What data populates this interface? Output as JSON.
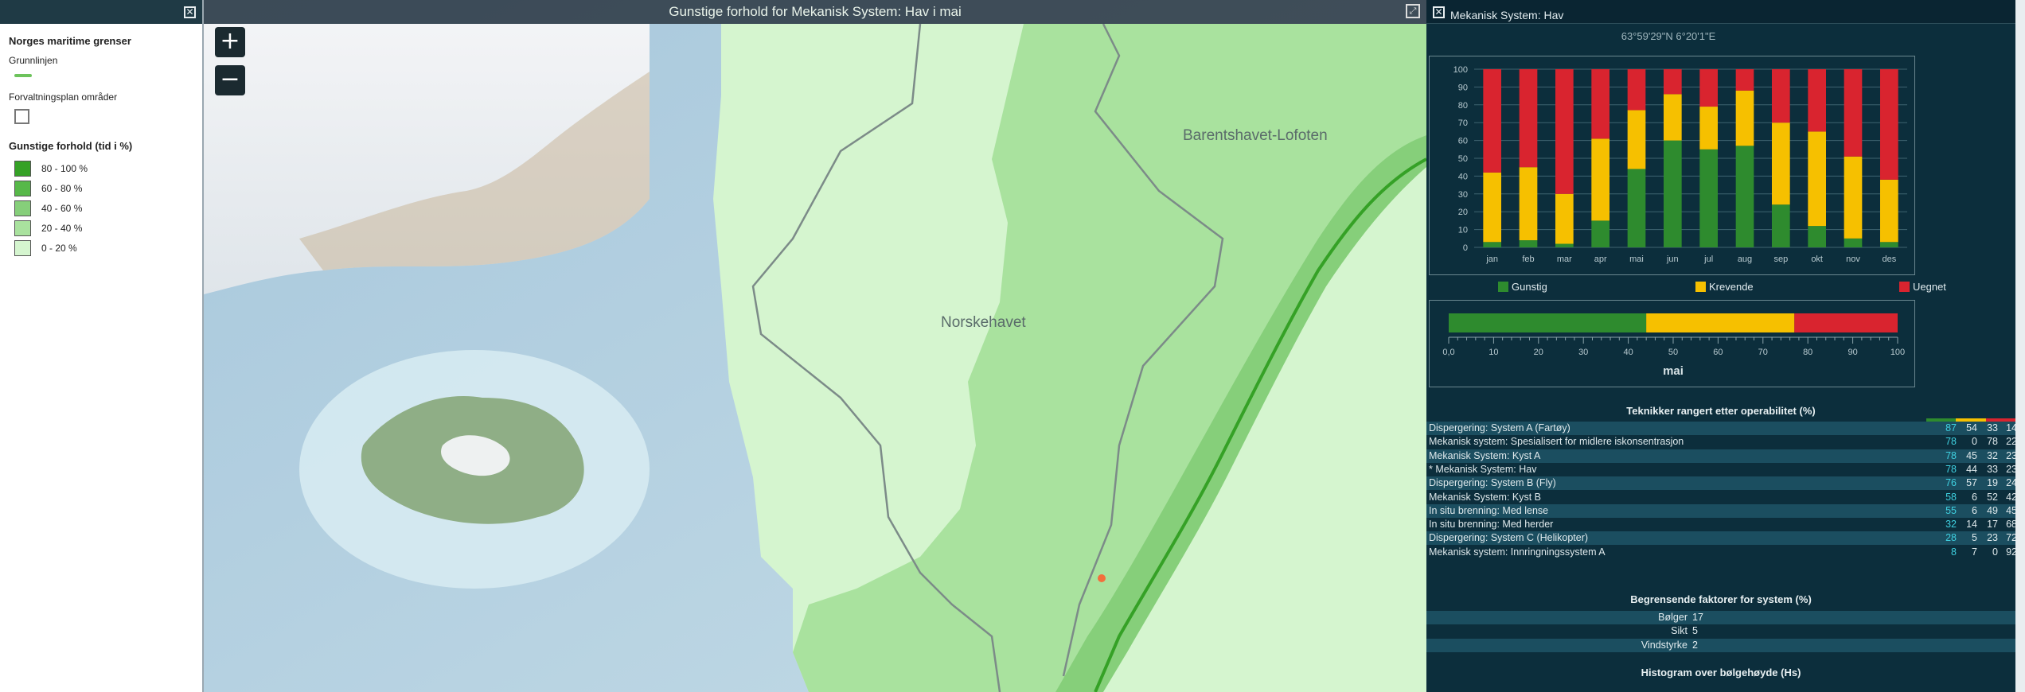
{
  "legend": {
    "title": "Norges maritime grenser",
    "baseline_label": "Grunnlinjen",
    "plan_label": "Forvaltningsplan områder",
    "scale_title": "Gunstige forhold (tid i %)",
    "scale": [
      {
        "label": "80 - 100 %",
        "color": "#35a126"
      },
      {
        "label": "60 - 80 %",
        "color": "#57b849"
      },
      {
        "label": "40 - 60 %",
        "color": "#86cf7a"
      },
      {
        "label": "20 - 40 %",
        "color": "#a9e29e"
      },
      {
        "label": "0 - 20 %",
        "color": "#d5f5cf"
      }
    ],
    "close_icon": "close-icon"
  },
  "map": {
    "title": "Gunstige forhold for Mekanisk System: Hav i mai",
    "zoom_in": "+",
    "zoom_out": "−",
    "labels": {
      "norwegian_sea": "Norskehavet",
      "barents": "Barentshavet-Lofoten"
    },
    "expand_icon": "expand-icon"
  },
  "panel": {
    "title": "Mekanisk System: Hav",
    "coords": "63°59'29\"N 6°20'1\"E",
    "colors": {
      "gunstig": "#2e8b2e",
      "krevende": "#f6c000",
      "uegnet": "#d9242f"
    },
    "legend": {
      "gunstig": "Gunstig",
      "krevende": "Krevende",
      "uegnet": "Uegnet"
    },
    "month_label": "mai",
    "table_title": "Teknikker rangert etter operabilitet (%)",
    "limit_title": "Begrensende faktorer for system (%)",
    "hist_title": "Histogram over bølgehøyde (Hs)",
    "techniques": [
      {
        "name": "Dispergering: System A (Fartøy)",
        "score": "87",
        "a": "54",
        "b": "33",
        "c": "14"
      },
      {
        "name": "Mekanisk system: Spesialisert for midlere iskonsentrasjon",
        "score": "78",
        "a": "0",
        "b": "78",
        "c": "22"
      },
      {
        "name": "Mekanisk System: Kyst A",
        "score": "78",
        "a": "45",
        "b": "32",
        "c": "23"
      },
      {
        "name": "* Mekanisk System: Hav",
        "score": "78",
        "a": "44",
        "b": "33",
        "c": "23"
      },
      {
        "name": "Dispergering: System B (Fly)",
        "score": "76",
        "a": "57",
        "b": "19",
        "c": "24"
      },
      {
        "name": "Mekanisk System: Kyst B",
        "score": "58",
        "a": "6",
        "b": "52",
        "c": "42"
      },
      {
        "name": "In situ brenning: Med lense",
        "score": "55",
        "a": "6",
        "b": "49",
        "c": "45"
      },
      {
        "name": "In situ brenning: Med herder",
        "score": "32",
        "a": "14",
        "b": "17",
        "c": "68"
      },
      {
        "name": "Dispergering: System C (Helikopter)",
        "score": "28",
        "a": "5",
        "b": "23",
        "c": "72"
      },
      {
        "name": "Mekanisk system: Innringningssystem A",
        "score": "8",
        "a": "7",
        "b": "0",
        "c": "92"
      }
    ],
    "limits": [
      {
        "name": "Bølger",
        "value": "17"
      },
      {
        "name": "Sikt",
        "value": "5"
      },
      {
        "name": "Vindstyrke",
        "value": "2"
      }
    ]
  },
  "chart_data": [
    {
      "type": "bar",
      "stacked": true,
      "categories": [
        "jan",
        "feb",
        "mar",
        "apr",
        "mai",
        "jun",
        "jul",
        "aug",
        "sep",
        "okt",
        "nov",
        "des"
      ],
      "series": [
        {
          "name": "Gunstig",
          "values": [
            3,
            4,
            2,
            15,
            44,
            60,
            55,
            57,
            24,
            12,
            5,
            3
          ]
        },
        {
          "name": "Krevende",
          "values": [
            39,
            41,
            28,
            46,
            33,
            26,
            24,
            31,
            46,
            53,
            46,
            35
          ]
        },
        {
          "name": "Uegnet",
          "values": [
            58,
            55,
            70,
            39,
            23,
            14,
            21,
            12,
            30,
            35,
            49,
            62
          ]
        }
      ],
      "ylim": [
        0,
        100
      ],
      "yticks": [
        "0",
        "10",
        "20",
        "30",
        "40",
        "50",
        "60",
        "70",
        "80",
        "90",
        "100"
      ],
      "grid": true,
      "legend": "bottom"
    },
    {
      "type": "bar",
      "stacked": true,
      "orientation": "horizontal",
      "categories": [
        "mai"
      ],
      "series": [
        {
          "name": "Gunstig",
          "values": [
            44
          ]
        },
        {
          "name": "Krevende",
          "values": [
            33
          ]
        },
        {
          "name": "Uegnet",
          "values": [
            23
          ]
        }
      ],
      "xlim": [
        0,
        100
      ],
      "xticks": [
        "0,0",
        "10",
        "20",
        "30",
        "40",
        "50",
        "60",
        "70",
        "80",
        "90",
        "100"
      ]
    }
  ]
}
